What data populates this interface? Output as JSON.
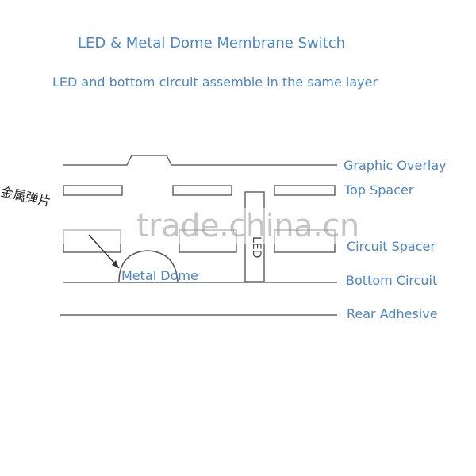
{
  "diagram": {
    "title": "LED & Metal Dome Membrane Switch",
    "subtitle": "LED and bottom circuit assemble in the same layer",
    "layers": {
      "graphic_overlay": "Graphic Overlay",
      "top_spacer": "Top Spacer",
      "circuit_spacer": "Circuit Spacer",
      "bottom_circuit": "Bottom Circuit",
      "rear_adhesive": "Rear Adhesive"
    },
    "components": {
      "metal_dome": "Metal Dome",
      "led": "LED"
    },
    "stamp_text": "金属弹片",
    "watermark": "trade.china.cn",
    "colors": {
      "label_blue": "#4a86c8",
      "line_gray": "#666666"
    }
  }
}
